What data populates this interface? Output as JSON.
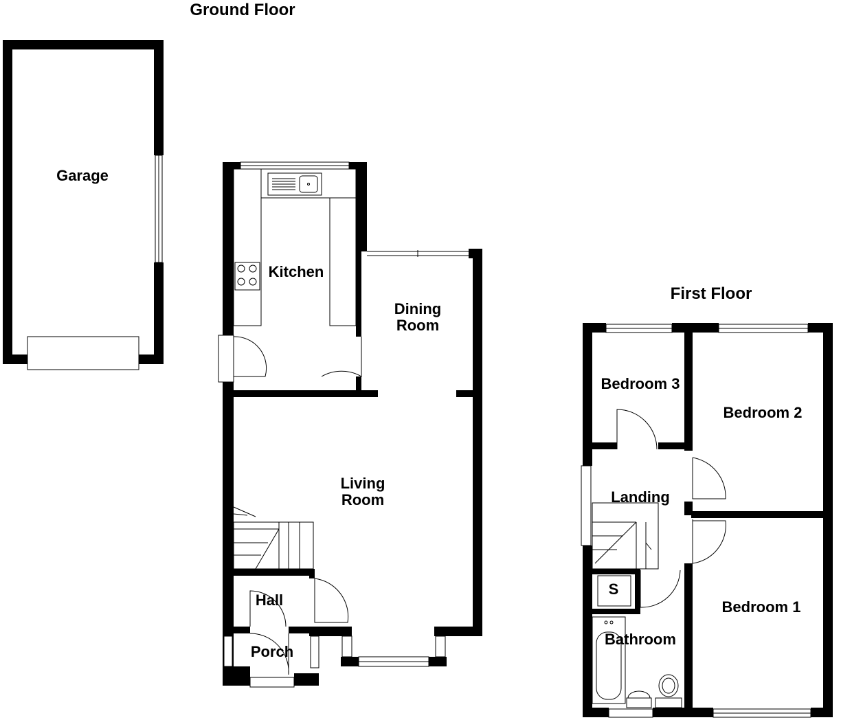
{
  "floors": {
    "ground": {
      "title": "Ground Floor",
      "rooms": {
        "garage": "Garage",
        "kitchen": "Kitchen",
        "dining_line1": "Dining",
        "dining_line2": "Room",
        "living_line1": "Living",
        "living_line2": "Room",
        "hall": "Hall",
        "porch": "Porch"
      }
    },
    "first": {
      "title": "First Floor",
      "rooms": {
        "bedroom3": "Bedroom 3",
        "bedroom2": "Bedroom 2",
        "landing": "Landing",
        "storage": "S",
        "bedroom1": "Bedroom 1",
        "bathroom": "Bathroom"
      }
    }
  },
  "colors": {
    "wall": "#000000",
    "background": "#ffffff"
  }
}
